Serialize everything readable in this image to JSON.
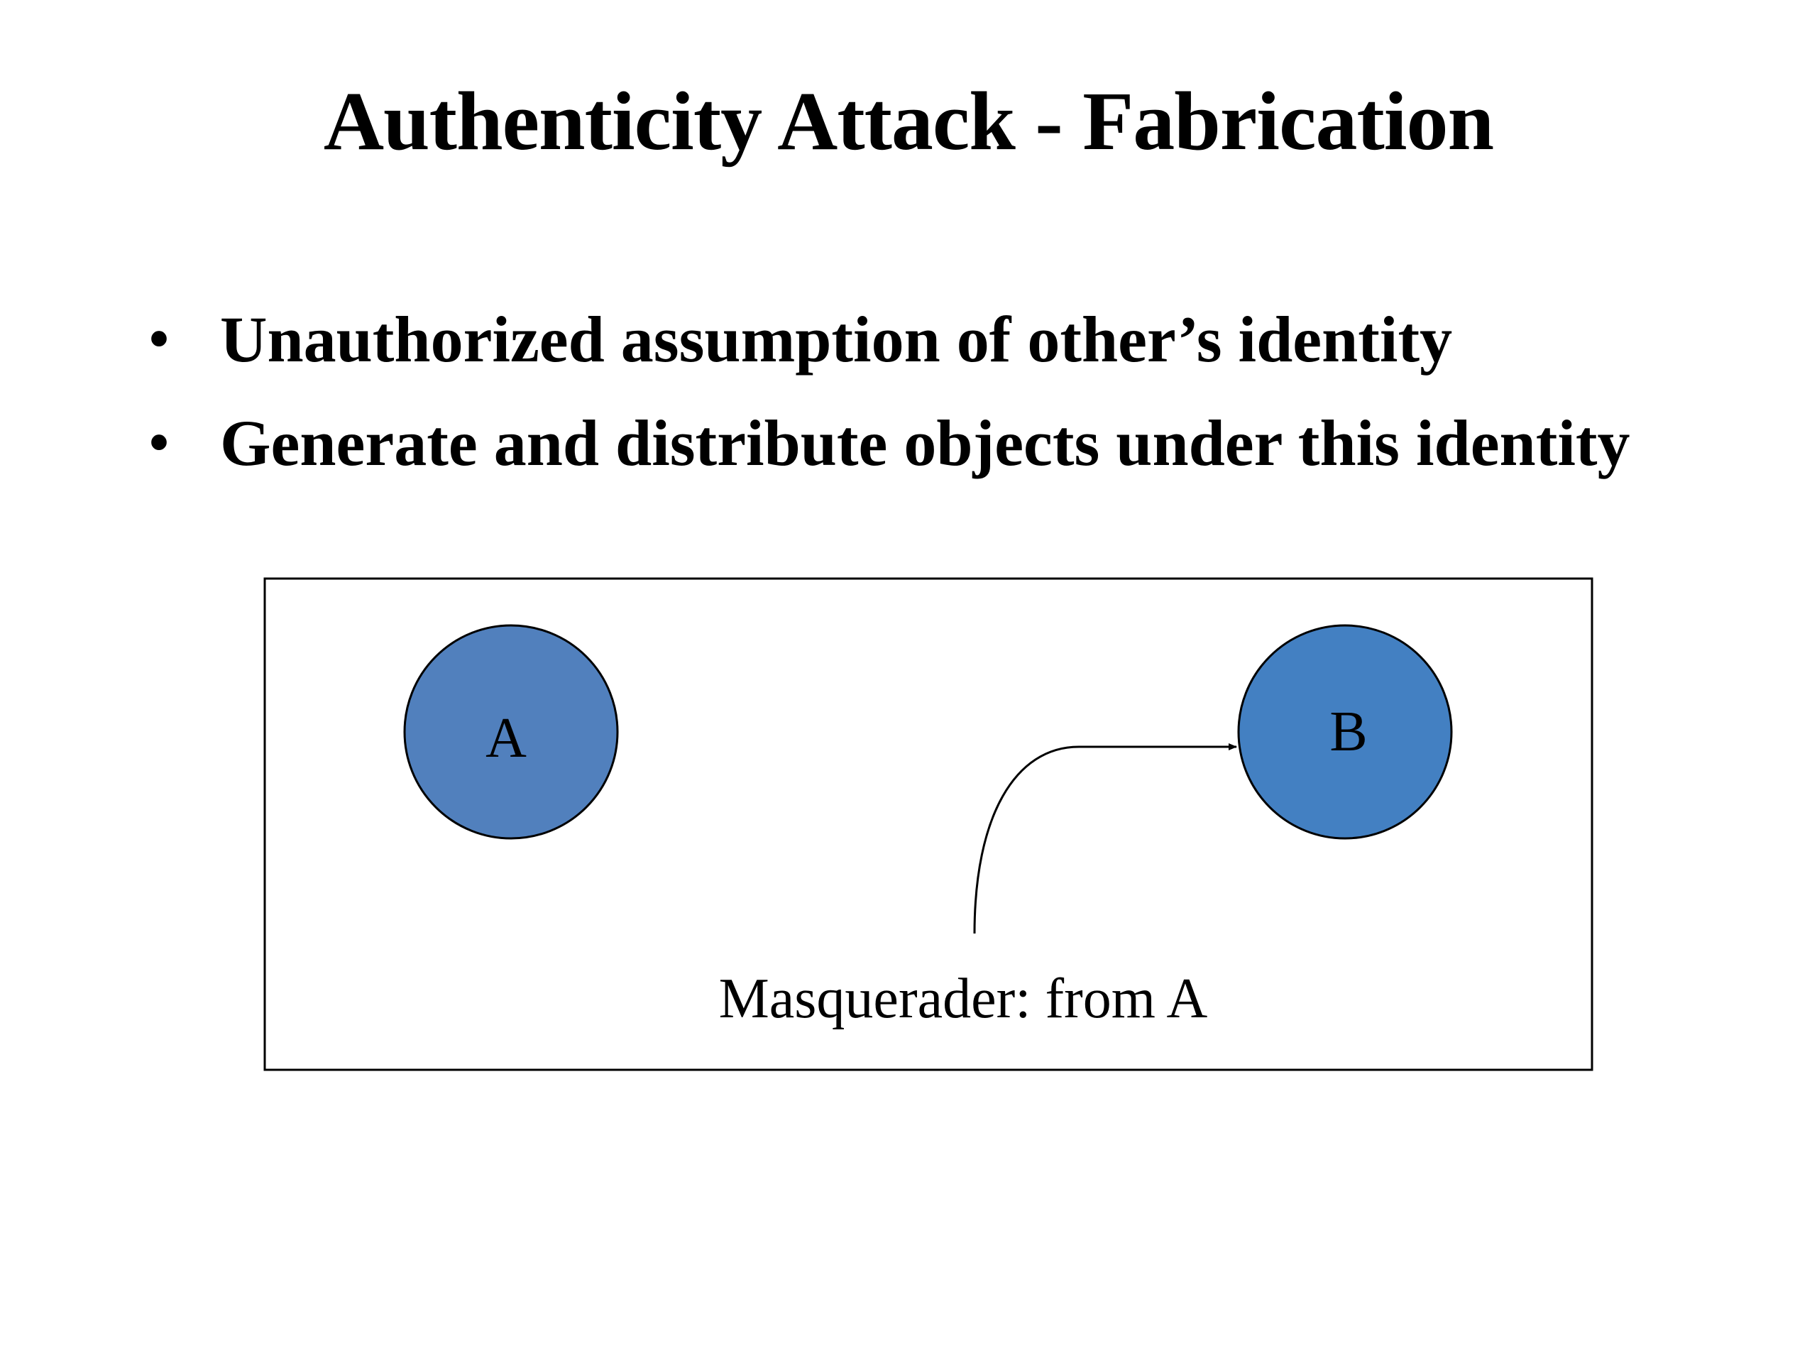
{
  "title": "Authenticity Attack - Fabrication",
  "bullets": [
    "Unauthorized assumption of other’s identity",
    "Generate and distribute objects under this identity"
  ],
  "bullet_glyph": "•",
  "diagram": {
    "node_a": {
      "label": "A",
      "color": "#5180bd"
    },
    "node_b": {
      "label": "B",
      "color": "#4380c2"
    },
    "caption": "Masquerader: from A",
    "frame_color": "#000000"
  }
}
